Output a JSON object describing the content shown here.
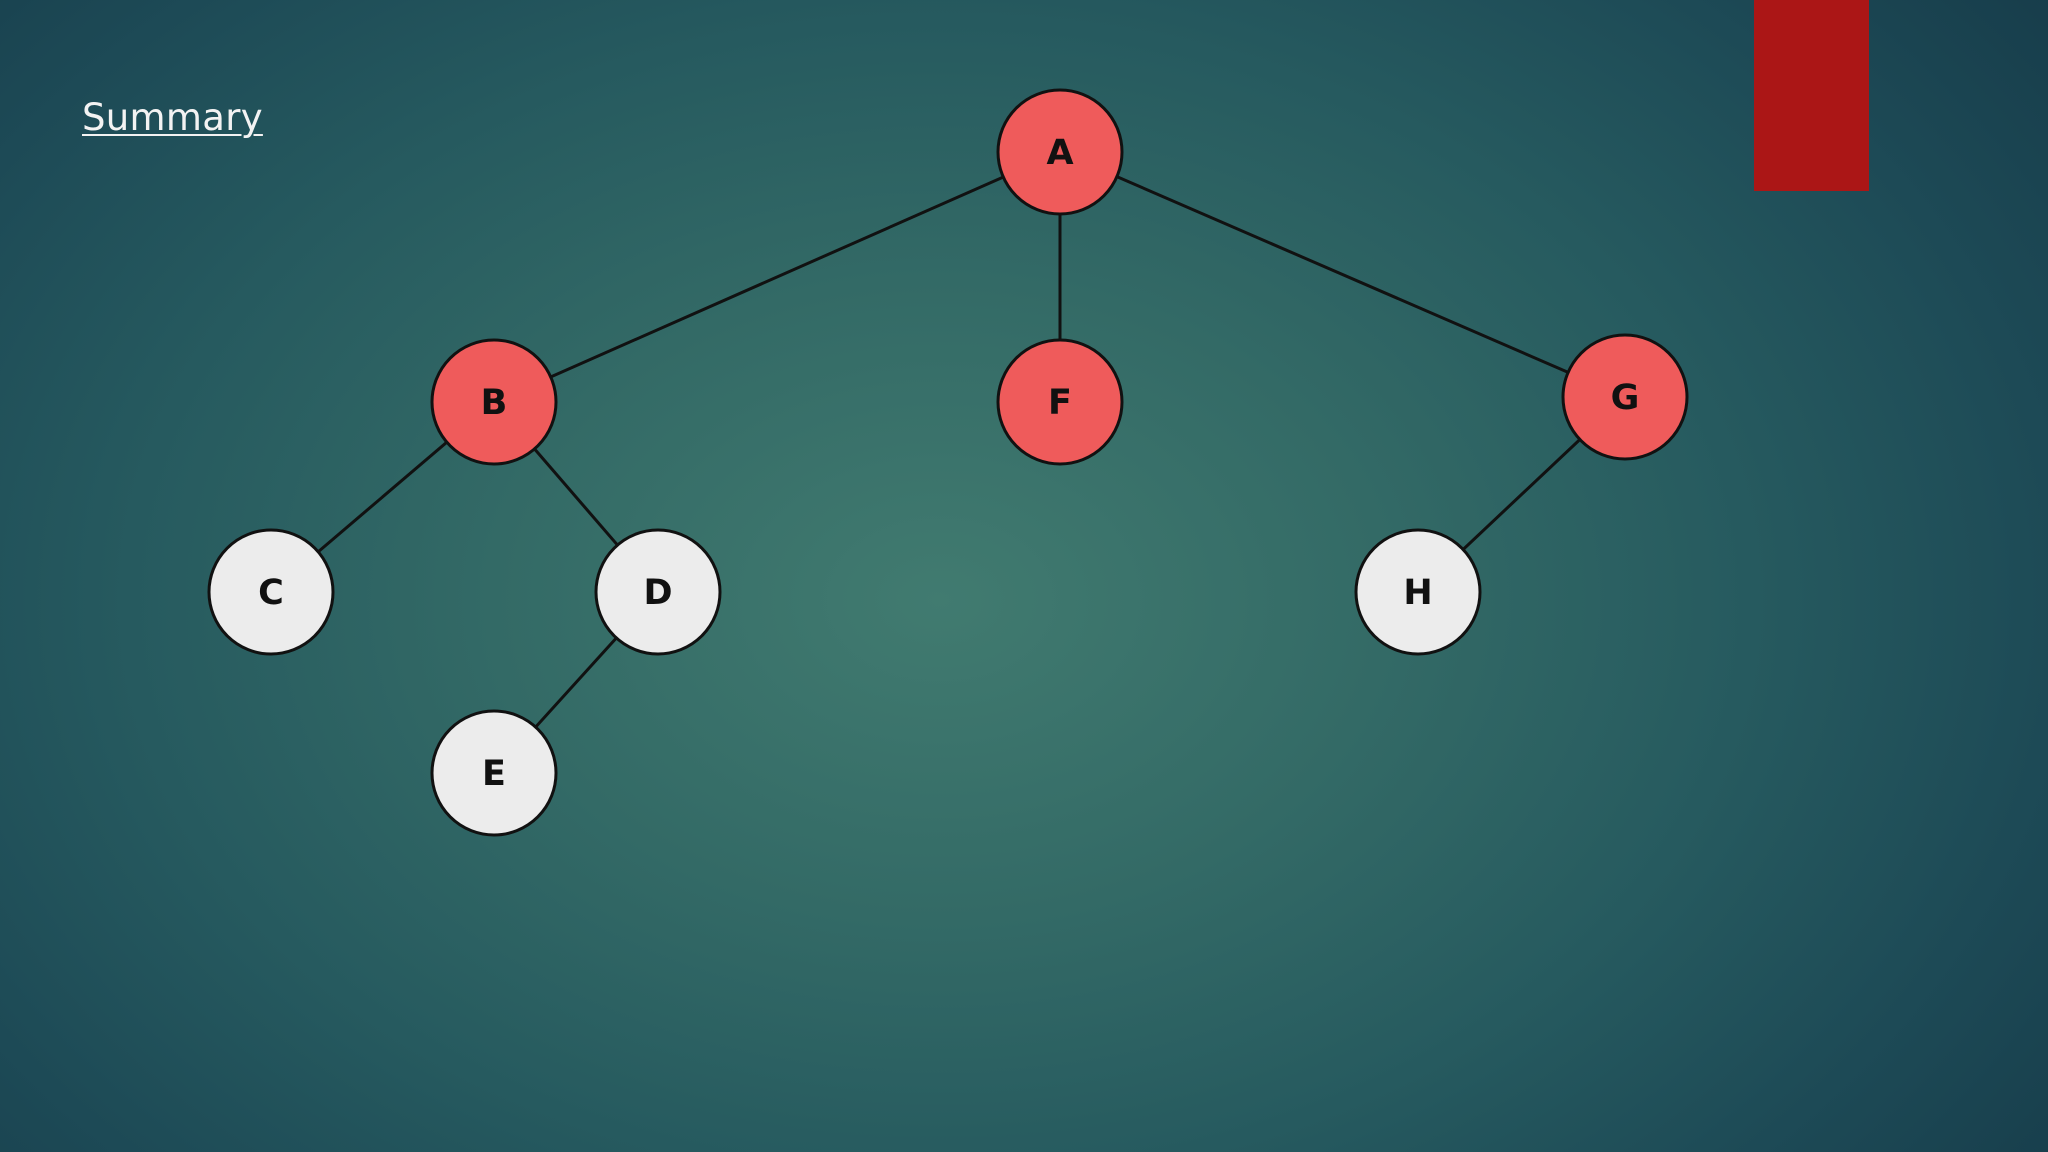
{
  "title": "Summary",
  "colors": {
    "highlight_node": "#ef5b5b",
    "normal_node": "#ececec",
    "stroke": "#111111",
    "accent_bar": "#ab1616"
  },
  "tree": {
    "nodes": [
      {
        "id": "A",
        "label": "A",
        "highlighted": true
      },
      {
        "id": "B",
        "label": "B",
        "highlighted": true
      },
      {
        "id": "F",
        "label": "F",
        "highlighted": true
      },
      {
        "id": "G",
        "label": "G",
        "highlighted": true
      },
      {
        "id": "C",
        "label": "C",
        "highlighted": false
      },
      {
        "id": "D",
        "label": "D",
        "highlighted": false
      },
      {
        "id": "E",
        "label": "E",
        "highlighted": false
      },
      {
        "id": "H",
        "label": "H",
        "highlighted": false
      }
    ],
    "edges": [
      {
        "from": "A",
        "to": "B"
      },
      {
        "from": "A",
        "to": "F"
      },
      {
        "from": "A",
        "to": "G"
      },
      {
        "from": "B",
        "to": "C"
      },
      {
        "from": "B",
        "to": "D"
      },
      {
        "from": "D",
        "to": "E"
      },
      {
        "from": "G",
        "to": "H"
      }
    ]
  }
}
